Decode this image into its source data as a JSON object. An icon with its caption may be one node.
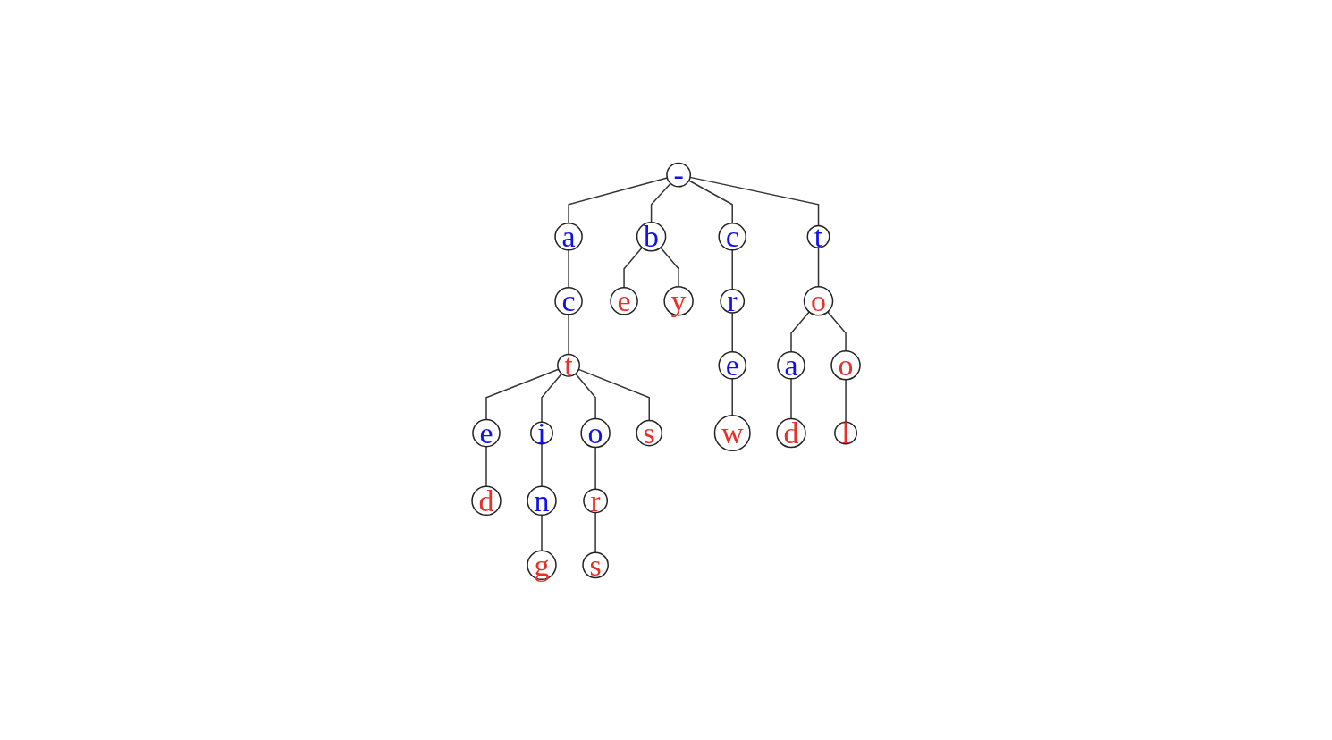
{
  "diagram": {
    "nodes": [
      {
        "text": [
          "-"
        ]
      },
      {
        "text": [
          "a"
        ]
      },
      {
        "text": [
          "b"
        ]
      },
      {
        "text": [
          "c"
        ]
      },
      {
        "text": [
          "t"
        ]
      },
      {
        "text": [
          "c"
        ]
      },
      {
        "text": [
          "e"
        ]
      },
      {
        "text": [
          "y"
        ]
      },
      {
        "text": [
          "r"
        ]
      },
      {
        "text": [
          "o"
        ]
      },
      {
        "text": [
          "t"
        ]
      },
      {
        "text": [
          "e"
        ]
      },
      {
        "text": [
          "a"
        ]
      },
      {
        "text": [
          "o"
        ]
      },
      {
        "text": [
          "e"
        ]
      },
      {
        "text": [
          "i"
        ]
      },
      {
        "text": [
          "o"
        ]
      },
      {
        "text": [
          "s"
        ]
      },
      {
        "text": [
          "w"
        ]
      },
      {
        "text": [
          "d"
        ]
      },
      {
        "text": [
          "l"
        ]
      },
      {
        "text": [
          "d"
        ]
      },
      {
        "text": [
          "n"
        ]
      },
      {
        "text": [
          "r"
        ]
      },
      {
        "text": [
          "g"
        ]
      },
      {
        "text": [
          "s"
        ]
      }
    ],
    "edges": [
      {
        "from": 0,
        "to": 1,
        "arrow": "none"
      },
      {
        "from": 0,
        "to": 2,
        "arrow": "none"
      },
      {
        "from": 0,
        "to": 3,
        "arrow": "none"
      },
      {
        "from": 0,
        "to": 4,
        "arrow": "none"
      },
      {
        "from": 1,
        "to": 5,
        "arrow": "none"
      },
      {
        "from": 2,
        "to": 6,
        "arrow": "none"
      },
      {
        "from": 2,
        "to": 7,
        "arrow": "none"
      },
      {
        "from": 3,
        "to": 8,
        "arrow": "none"
      },
      {
        "from": 4,
        "to": 9,
        "arrow": "none"
      },
      {
        "from": 5,
        "to": 10,
        "arrow": "none"
      },
      {
        "from": 8,
        "to": 11,
        "arrow": "none"
      },
      {
        "from": 9,
        "to": 12,
        "arrow": "none"
      },
      {
        "from": 9,
        "to": 13,
        "arrow": "none"
      },
      {
        "from": 10,
        "to": 14,
        "arrow": "none"
      },
      {
        "from": 10,
        "to": 15,
        "arrow": "none"
      },
      {
        "from": 10,
        "to": 16,
        "arrow": "none"
      },
      {
        "from": 10,
        "to": 17,
        "arrow": "none"
      },
      {
        "from": 11,
        "to": 18,
        "arrow": "none"
      },
      {
        "from": 12,
        "to": 19,
        "arrow": "none"
      },
      {
        "from": 13,
        "to": 20,
        "arrow": "none"
      },
      {
        "from": 14,
        "to": 21,
        "arrow": "none"
      },
      {
        "from": 15,
        "to": 22,
        "arrow": "none"
      },
      {
        "from": 16,
        "to": 23,
        "arrow": "none"
      },
      {
        "from": 22,
        "to": 24,
        "arrow": "none"
      },
      {
        "from": 23,
        "to": 25,
        "arrow": "none"
      }
    ]
  }
}
